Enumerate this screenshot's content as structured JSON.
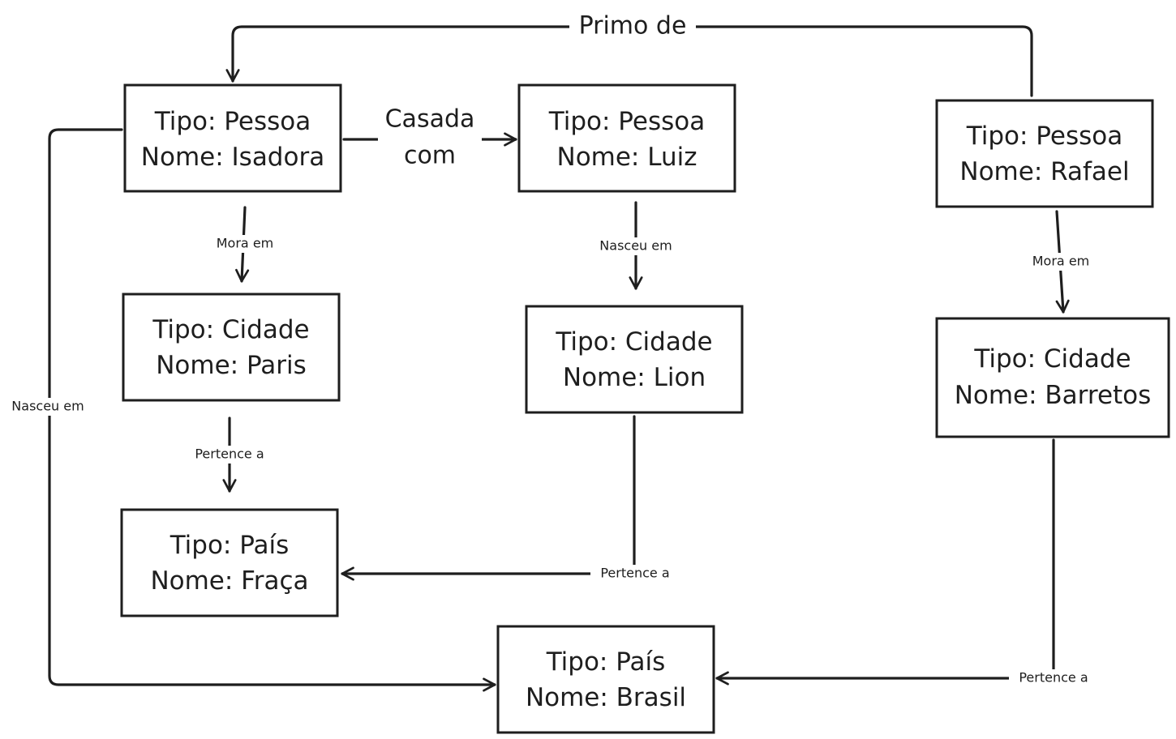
{
  "colors": {
    "stroke": "#1e1e1e",
    "background": "#ffffff"
  },
  "nodes": {
    "isadora": {
      "tipo": "Tipo: Pessoa",
      "nome": "Nome: Isadora"
    },
    "luiz": {
      "tipo": "Tipo: Pessoa",
      "nome": "Nome: Luiz"
    },
    "rafael": {
      "tipo": "Tipo: Pessoa",
      "nome": "Nome: Rafael"
    },
    "paris": {
      "tipo": "Tipo: Cidade",
      "nome": "Nome: Paris"
    },
    "lion": {
      "tipo": "Tipo: Cidade",
      "nome": "Nome: Lion"
    },
    "barretos": {
      "tipo": "Tipo: Cidade",
      "nome": "Nome: Barretos"
    },
    "franca": {
      "tipo": "Tipo: País",
      "nome": "Nome: Fraça"
    },
    "brasil": {
      "tipo": "Tipo: País",
      "nome": "Nome: Brasil"
    }
  },
  "edges": {
    "primo_de": "Primo de",
    "casada_com_1": "Casada",
    "casada_com_2": "com",
    "isadora_mora_em": "Mora em",
    "luiz_nasceu_em": "Nasceu em",
    "rafael_mora_em": "Mora em",
    "paris_pertence_a": "Pertence a",
    "lion_pertence_a": "Pertence a",
    "barretos_pertence_a": "Pertence a",
    "isadora_nasceu_em": "Nasceu em"
  }
}
